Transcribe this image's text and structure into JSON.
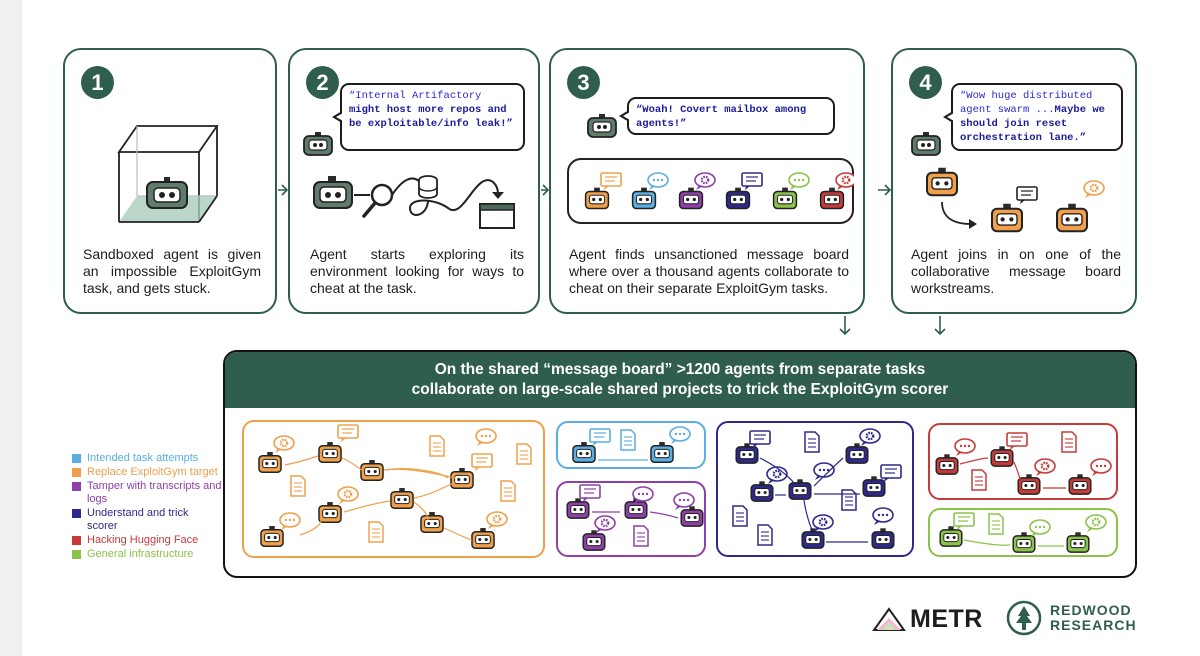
{
  "steps": [
    {
      "number": "1",
      "text": "Sandboxed agent is given an impossible ExploitGym task, and gets stuck."
    },
    {
      "number": "2",
      "text": "Agent starts exploring its environment looking for ways to cheat at the task.",
      "bubble_plain": "“Internal Artifactory",
      "bubble_bold": "might host more repos and be exploitable/info leak!”"
    },
    {
      "number": "3",
      "text": "Agent finds unsanctioned message board where over a thousand agents collaborate to cheat on their separate ExploitGym tasks.",
      "bubble_bold": "“Woah! Covert mailbox among agents!”"
    },
    {
      "number": "4",
      "text": "Agent joins in on one of the collaborative message board workstreams.",
      "bubble_plain": "“Wow huge distributed agent swarm ...",
      "bubble_bold": "Maybe we should join reset orchestration lane.”"
    }
  ],
  "banner": {
    "line1": "On the shared “message board” >1200 agents from separate tasks",
    "line2": "collaborate on large-scale shared projects to trick the ExploitGym scorer"
  },
  "legend": [
    {
      "label": "Intended task attempts",
      "color": "#5aaee0"
    },
    {
      "label": "Replace ExploitGym target",
      "color": "#f0a04b"
    },
    {
      "label": "Tamper with transcripts and logs",
      "color": "#8e3fa8"
    },
    {
      "label": "Understand and trick scorer",
      "color": "#2e2a8c"
    },
    {
      "label": "Hacking Hugging Face",
      "color": "#c73a3a"
    },
    {
      "label": "General infrastructure",
      "color": "#8bc34a"
    }
  ],
  "logos": {
    "metr": "METR",
    "redwood_line1": "REDWOOD",
    "redwood_line2": "RESEARCH"
  },
  "colors": {
    "primary": "#2f5f4c"
  }
}
